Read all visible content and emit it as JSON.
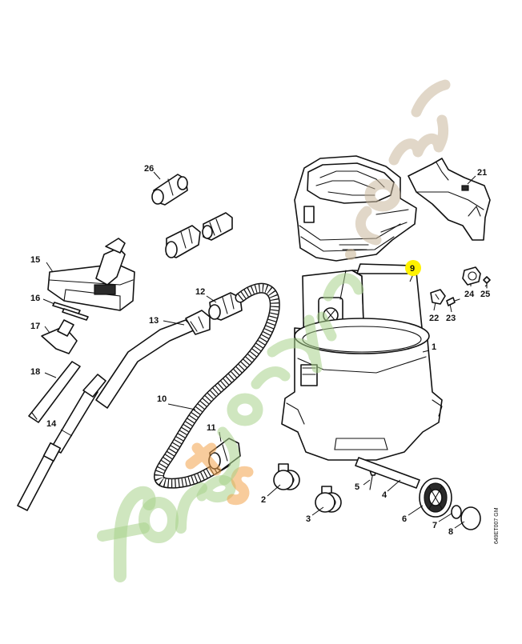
{
  "watermark": {
    "text": "forestjardin.com",
    "green": "#a8d28a",
    "orange": "#f3a24a",
    "tan": "#c9b79a"
  },
  "highlight_color": "#fff200",
  "drawing_code": "649ET007 GM",
  "labels": [
    {
      "id": "1",
      "text": "1"
    },
    {
      "id": "2",
      "text": "2"
    },
    {
      "id": "3",
      "text": "3"
    },
    {
      "id": "4",
      "text": "4"
    },
    {
      "id": "5",
      "text": "5"
    },
    {
      "id": "6",
      "text": "6"
    },
    {
      "id": "7",
      "text": "7"
    },
    {
      "id": "8",
      "text": "8"
    },
    {
      "id": "9",
      "text": "9",
      "highlighted": true
    },
    {
      "id": "10",
      "text": "10"
    },
    {
      "id": "11",
      "text": "11"
    },
    {
      "id": "12",
      "text": "12"
    },
    {
      "id": "13",
      "text": "13"
    },
    {
      "id": "14",
      "text": "14"
    },
    {
      "id": "15",
      "text": "15"
    },
    {
      "id": "16",
      "text": "16"
    },
    {
      "id": "17",
      "text": "17"
    },
    {
      "id": "18",
      "text": "18"
    },
    {
      "id": "21",
      "text": "21"
    },
    {
      "id": "22",
      "text": "22"
    },
    {
      "id": "23",
      "text": "23"
    },
    {
      "id": "24",
      "text": "24"
    },
    {
      "id": "25",
      "text": "25"
    },
    {
      "id": "26",
      "text": "26"
    }
  ]
}
